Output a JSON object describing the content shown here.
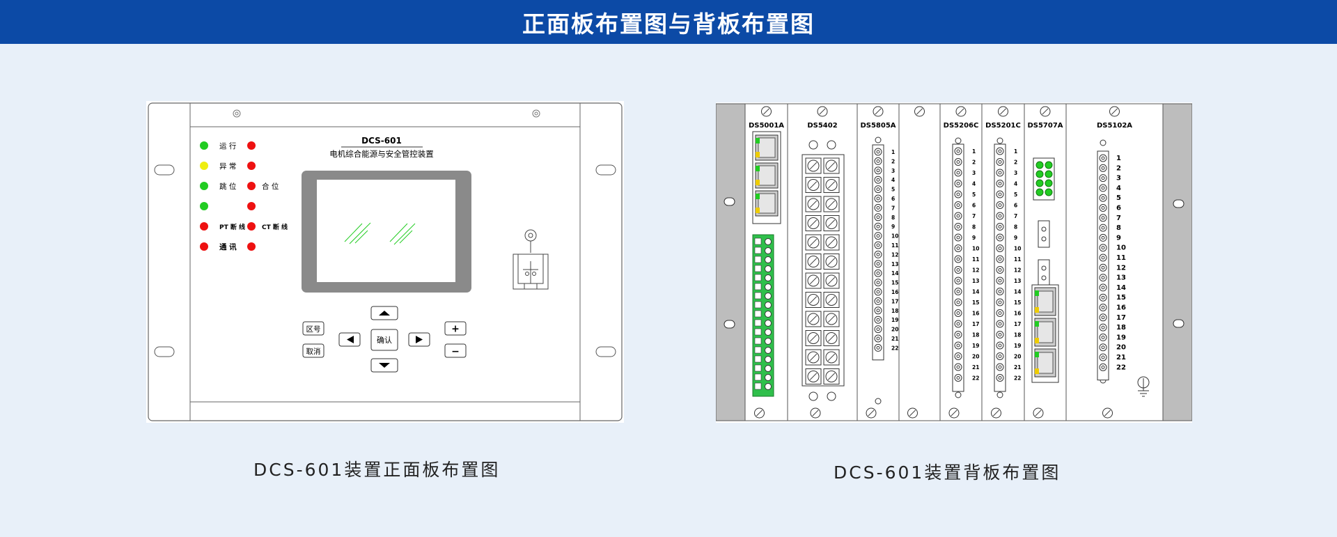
{
  "page_title": "正面板布置图与背板布置图",
  "front_panel": {
    "caption": "DCS-601装置正面板布置图",
    "model": "DCS-601",
    "device_name": "电机综合能源与安全管控装置",
    "indicators": [
      {
        "label": "运  行",
        "left_color": "#22cc22",
        "right_color": "#ee1111"
      },
      {
        "label": "异  常",
        "left_color": "#eeee11",
        "right_color": "#ee1111"
      },
      {
        "label": "跳 位",
        "left_color": "#22cc22",
        "right_color": "#ee1111",
        "right_label": "合 位"
      },
      {
        "label": "",
        "left_color": "#22cc22",
        "right_color": "#ee1111"
      },
      {
        "label": "PT 断 线",
        "left_color": "#ee1111",
        "right_color": "#ee1111",
        "right_label": "CT 断 线"
      },
      {
        "label": "通    讯",
        "left_color": "#ee1111",
        "right_color": "#ee1111"
      }
    ],
    "buttons": {
      "zone": "区号",
      "cancel": "取消",
      "confirm": "确认",
      "plus": "+",
      "minus": "−",
      "up": "▲",
      "down": "▼",
      "left": "◀",
      "right": "▶"
    }
  },
  "rear_panel": {
    "caption": "DCS-601装置背板布置图",
    "modules": [
      "DS5001A",
      "DS5402",
      "DS5805A",
      "",
      "DS5206C",
      "DS5201C",
      "DS5707A",
      "DS5102A"
    ],
    "terminal_numbers": [
      "1",
      "2",
      "3",
      "4",
      "5",
      "6",
      "7",
      "8",
      "9",
      "10",
      "11",
      "12",
      "13",
      "14",
      "15",
      "16",
      "17",
      "18",
      "19",
      "20",
      "21",
      "22"
    ]
  }
}
